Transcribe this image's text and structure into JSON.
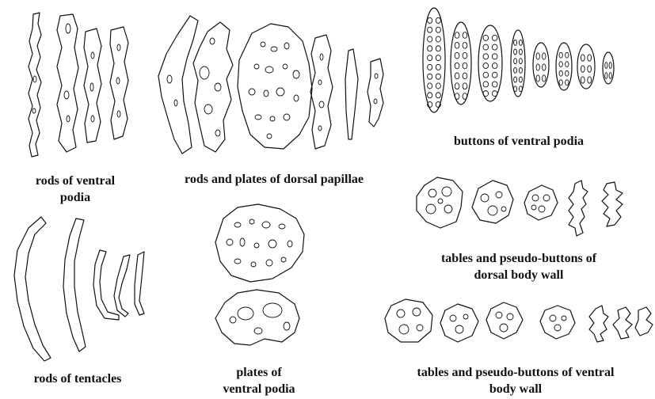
{
  "panels": {
    "rods_ventral_podia": {
      "caption": [
        "rods of ventral",
        "podia"
      ]
    },
    "rods_plates_dorsal_papillae": {
      "caption": [
        "rods and plates of dorsal papillae"
      ]
    },
    "buttons_ventral_podia": {
      "caption": [
        "buttons of ventral podia"
      ]
    },
    "tables_dorsal_body_wall": {
      "caption": [
        "tables and pseudo-buttons of",
        "dorsal body wall"
      ]
    },
    "rods_tentacles": {
      "caption": [
        "rods of tentacles"
      ]
    },
    "plates_ventral_podia": {
      "caption": [
        "plates of",
        "ventral podia"
      ]
    },
    "tables_ventral_body_wall": {
      "caption": [
        "tables and pseudo-buttons of ventral",
        "body wall"
      ]
    }
  },
  "colors": {
    "ink": "#111111",
    "background": "#ffffff"
  }
}
